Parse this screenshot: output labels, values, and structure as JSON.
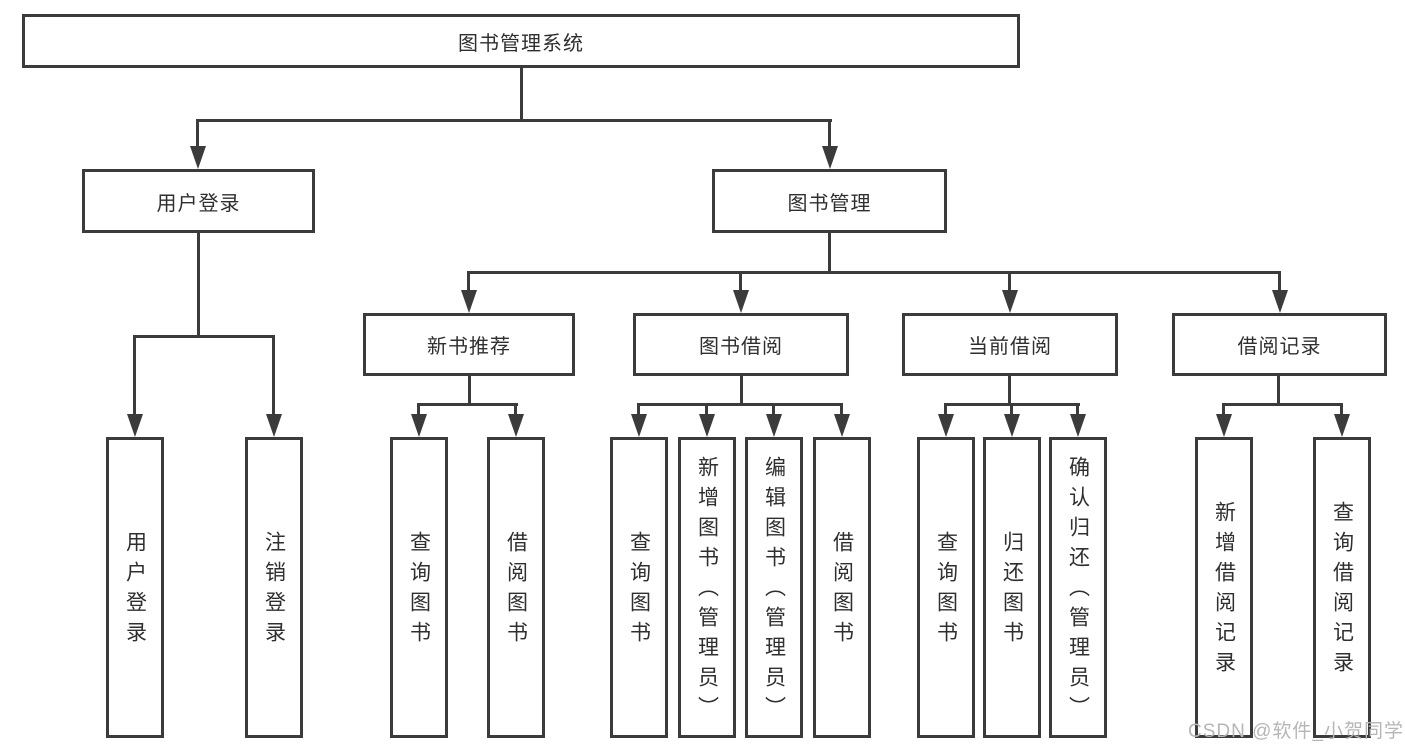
{
  "diagram": {
    "root": {
      "label": "图书管理系统"
    },
    "branches": [
      {
        "label": "用户登录",
        "children": [
          {
            "label": "用户登录"
          },
          {
            "label": "注销登录"
          }
        ]
      },
      {
        "label": "图书管理",
        "children": [
          {
            "label": "新书推荐",
            "children": [
              {
                "label": "查询图书"
              },
              {
                "label": "借阅图书"
              }
            ]
          },
          {
            "label": "图书借阅",
            "children": [
              {
                "label": "查询图书"
              },
              {
                "label": "新增图书（管理员）"
              },
              {
                "label": "编辑图书（管理员）"
              },
              {
                "label": "借阅图书"
              }
            ]
          },
          {
            "label": "当前借阅",
            "children": [
              {
                "label": "查询图书"
              },
              {
                "label": "归还图书"
              },
              {
                "label": "确认归还（管理员）"
              }
            ]
          },
          {
            "label": "借阅记录",
            "children": [
              {
                "label": "新增借阅记录"
              },
              {
                "label": "查询借阅记录"
              }
            ]
          }
        ]
      }
    ]
  },
  "watermark": {
    "text": "CSDN @软件_小贺同学"
  },
  "colors": {
    "line": "#3b3b3b",
    "box_border": "#3b3b3b",
    "text": "#2f2f2f",
    "watermark": "#b6b6b6",
    "background": "#ffffff"
  }
}
